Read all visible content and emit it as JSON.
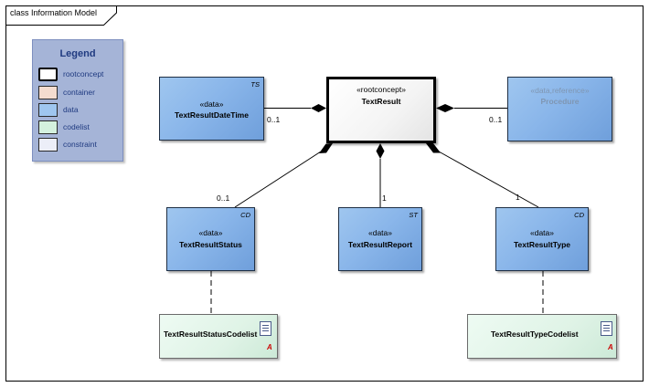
{
  "frame": {
    "title": "class Information Model"
  },
  "legend": {
    "title": "Legend",
    "items": [
      {
        "label": "rootconcept",
        "color": "#ffffff",
        "border": "#000000"
      },
      {
        "label": "container",
        "color": "#f4dccf",
        "border": "#555555"
      },
      {
        "label": "data",
        "color": "#9fc6ef",
        "border": "#555555"
      },
      {
        "label": "codelist",
        "color": "#d4f1de",
        "border": "#555555"
      },
      {
        "label": "constraint",
        "color": "#eceef8",
        "border": "#555555"
      }
    ]
  },
  "classes": {
    "text_result": {
      "stereotype": "«rootconcept»",
      "name": "TextResult"
    },
    "date_time": {
      "stereotype": "«data»",
      "name": "TextResultDateTime",
      "tag": "TS"
    },
    "procedure": {
      "stereotype": "«data,reference»",
      "name": "Procedure"
    },
    "status": {
      "stereotype": "«data»",
      "name": "TextResultStatus",
      "tag": "CD"
    },
    "report": {
      "stereotype": "«data»",
      "name": "TextResultReport",
      "tag": "ST"
    },
    "type": {
      "stereotype": "«data»",
      "name": "TextResultType",
      "tag": "CD"
    }
  },
  "codelists": {
    "status_codelist": {
      "name": "TextResultStatusCodelist",
      "icon": "codelist-document-icon",
      "marker": "A"
    },
    "type_codelist": {
      "name": "TextResultTypeCodelist",
      "icon": "codelist-document-icon",
      "marker": "A"
    }
  },
  "multiplicities": {
    "date_time": "0..1",
    "procedure": "0..1",
    "status": "0..1",
    "report": "1",
    "type": "1"
  },
  "colors": {
    "data_class": "#8ab6ea",
    "rootconcept_fill": "#ffffff",
    "codelist_fill": "#dff3e6",
    "legend_bg": "#a5b4d7",
    "legend_text": "#1f3a80",
    "reference_text": "#7f96b2"
  }
}
